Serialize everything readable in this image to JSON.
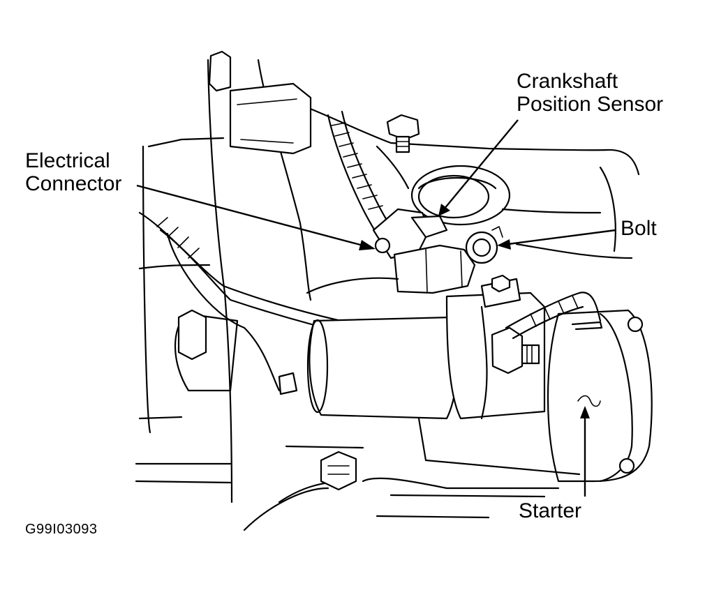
{
  "labels": {
    "crankshaft_position_sensor": "Crankshaft\nPosition Sensor",
    "electrical_connector": "Electrical\nConnector",
    "bolt": "Bolt",
    "starter": "Starter"
  },
  "figure_code": "G99I03093"
}
